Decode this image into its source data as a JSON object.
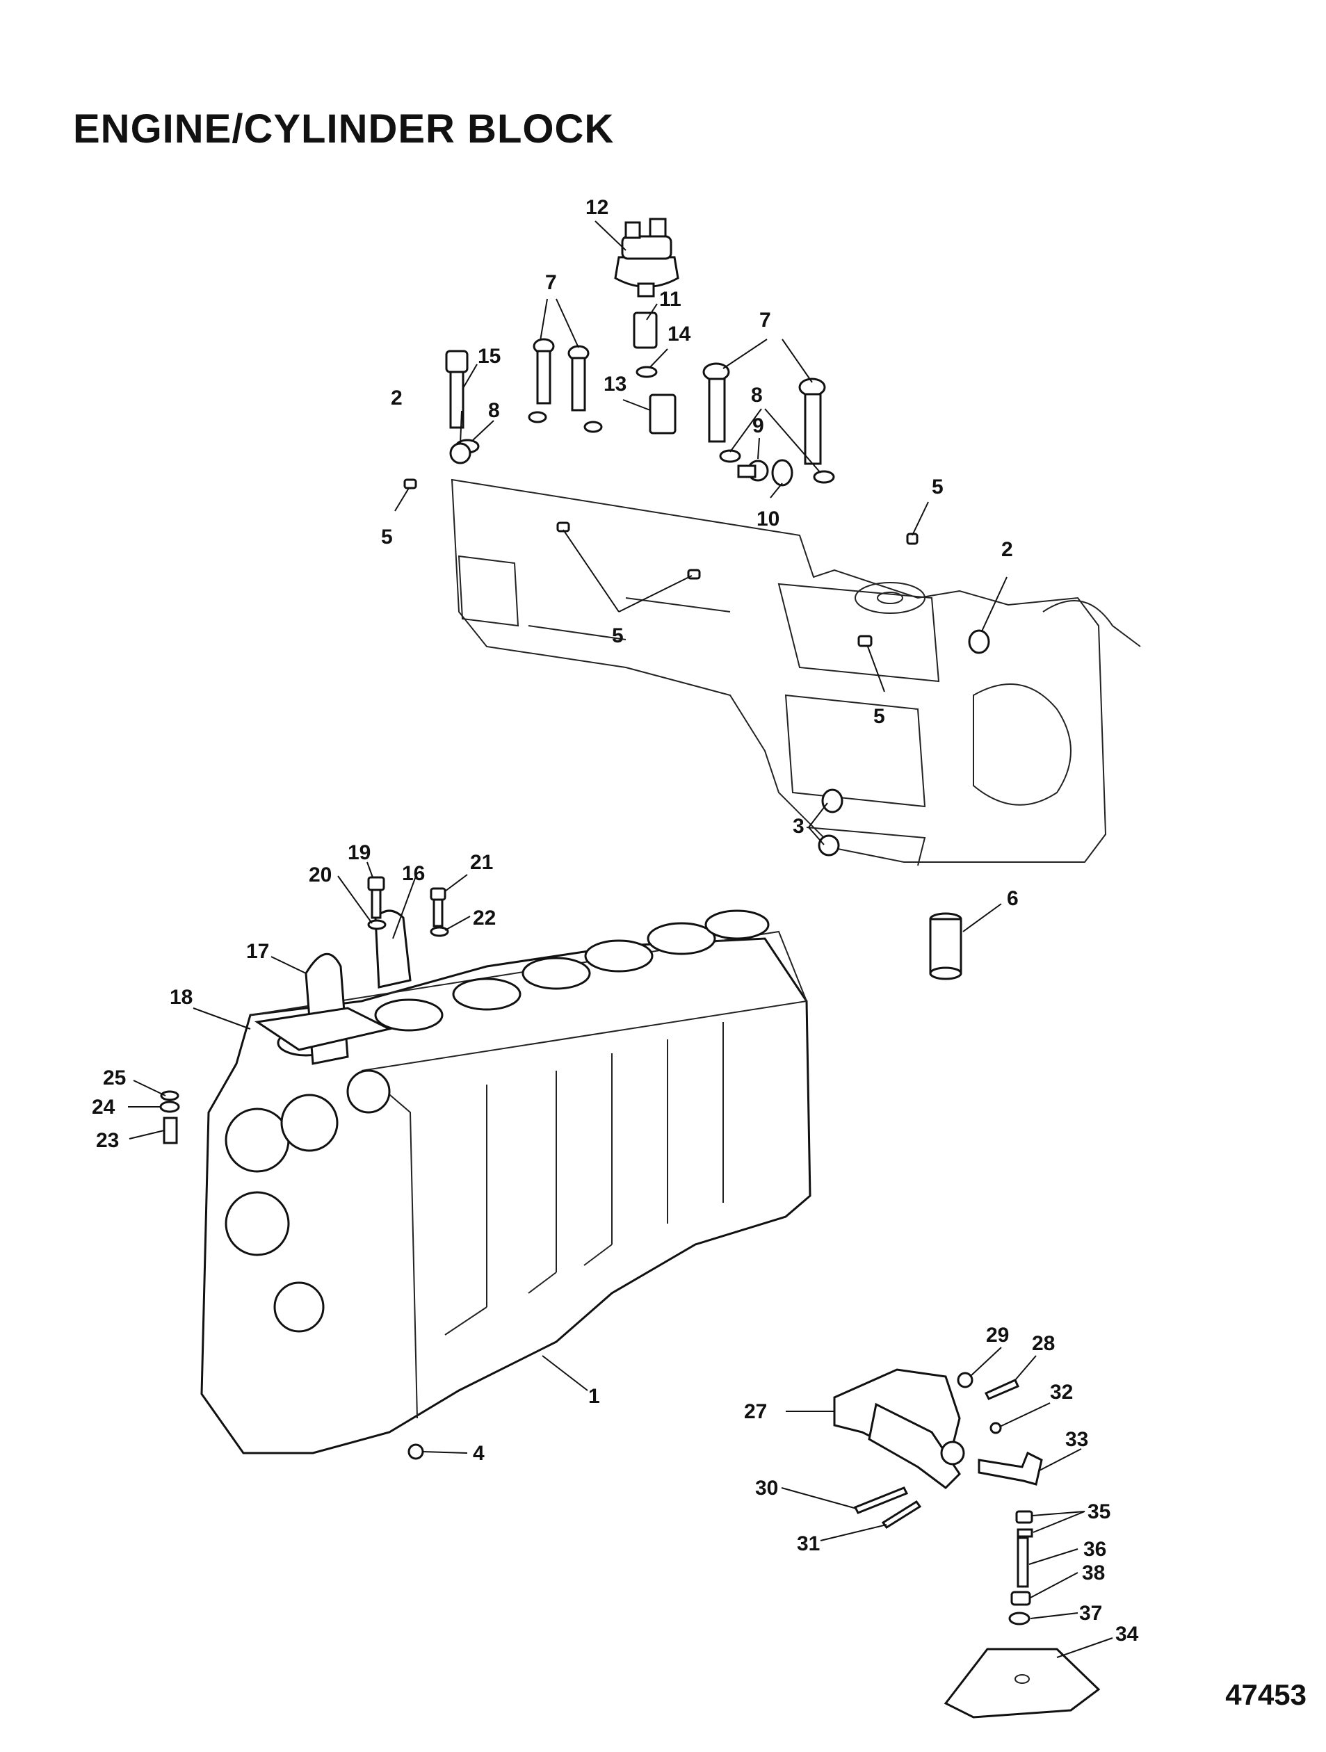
{
  "page": {
    "title": "ENGINE/CYLINDER BLOCK",
    "doc_number": "47453"
  },
  "callouts": [
    {
      "id": "c1",
      "label": "1"
    },
    {
      "id": "c2a",
      "label": "2"
    },
    {
      "id": "c2b",
      "label": "2"
    },
    {
      "id": "c3",
      "label": "3"
    },
    {
      "id": "c4",
      "label": "4"
    },
    {
      "id": "c5a",
      "label": "5"
    },
    {
      "id": "c5b",
      "label": "5"
    },
    {
      "id": "c5c",
      "label": "5"
    },
    {
      "id": "c5d",
      "label": "5"
    },
    {
      "id": "c6",
      "label": "6"
    },
    {
      "id": "c7a",
      "label": "7"
    },
    {
      "id": "c7b",
      "label": "7"
    },
    {
      "id": "c8a",
      "label": "8"
    },
    {
      "id": "c8b",
      "label": "8"
    },
    {
      "id": "c9",
      "label": "9"
    },
    {
      "id": "c10",
      "label": "10"
    },
    {
      "id": "c11",
      "label": "11"
    },
    {
      "id": "c12",
      "label": "12"
    },
    {
      "id": "c13",
      "label": "13"
    },
    {
      "id": "c14",
      "label": "14"
    },
    {
      "id": "c15",
      "label": "15"
    },
    {
      "id": "c16",
      "label": "16"
    },
    {
      "id": "c17",
      "label": "17"
    },
    {
      "id": "c18",
      "label": "18"
    },
    {
      "id": "c19",
      "label": "19"
    },
    {
      "id": "c20",
      "label": "20"
    },
    {
      "id": "c21",
      "label": "21"
    },
    {
      "id": "c22",
      "label": "22"
    },
    {
      "id": "c23",
      "label": "23"
    },
    {
      "id": "c24",
      "label": "24"
    },
    {
      "id": "c25",
      "label": "25"
    },
    {
      "id": "c27",
      "label": "27"
    },
    {
      "id": "c28",
      "label": "28"
    },
    {
      "id": "c29",
      "label": "29"
    },
    {
      "id": "c30",
      "label": "30"
    },
    {
      "id": "c31",
      "label": "31"
    },
    {
      "id": "c32",
      "label": "32"
    },
    {
      "id": "c33",
      "label": "33"
    },
    {
      "id": "c34",
      "label": "34"
    },
    {
      "id": "c35",
      "label": "35"
    },
    {
      "id": "c36",
      "label": "36"
    },
    {
      "id": "c37",
      "label": "37"
    },
    {
      "id": "c38",
      "label": "38"
    }
  ]
}
